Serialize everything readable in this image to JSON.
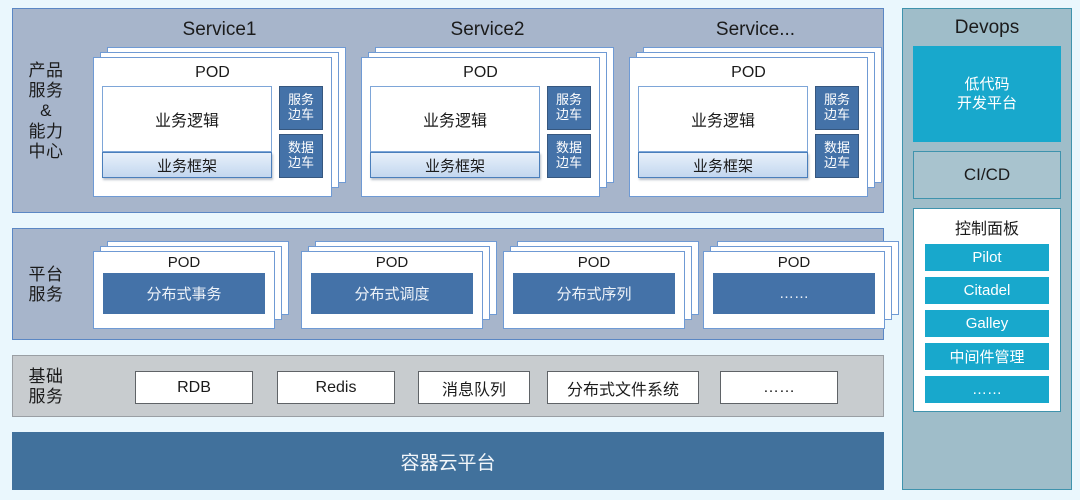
{
  "sections": {
    "services": {
      "label": "产品\n服务\n&\n能力\n中心",
      "label_lines": [
        "产品",
        "服务",
        "&",
        "能力",
        "中心"
      ],
      "columns": [
        {
          "title": "Service1",
          "pod_title": "POD",
          "business_logic": "业务逻辑",
          "business_framework": "业务框架",
          "sidecars": [
            {
              "line1": "服务",
              "line2": "边车"
            },
            {
              "line1": "数据",
              "line2": "边车"
            }
          ]
        },
        {
          "title": "Service2",
          "pod_title": "POD",
          "business_logic": "业务逻辑",
          "business_framework": "业务框架",
          "sidecars": [
            {
              "line1": "服务",
              "line2": "边车"
            },
            {
              "line1": "数据",
              "line2": "边车"
            }
          ]
        },
        {
          "title": "Service...",
          "pod_title": "POD",
          "business_logic": "业务逻辑",
          "business_framework": "业务框架",
          "sidecars": [
            {
              "line1": "服务",
              "line2": "边车"
            },
            {
              "line1": "数据",
              "line2": "边车"
            }
          ]
        }
      ]
    },
    "platform": {
      "label_lines": [
        "平台",
        "服务"
      ],
      "pods": [
        {
          "pod_title": "POD",
          "name": "分布式事务"
        },
        {
          "pod_title": "POD",
          "name": "分布式调度"
        },
        {
          "pod_title": "POD",
          "name": "分布式序列"
        },
        {
          "pod_title": "POD",
          "name": "……"
        }
      ]
    },
    "basic": {
      "label_lines": [
        "基础",
        "服务"
      ],
      "items": [
        "RDB",
        "Redis",
        "消息队列",
        "分布式文件系统",
        "……"
      ]
    },
    "container": {
      "label": "容器云平台"
    }
  },
  "devops": {
    "title": "Devops",
    "lowcode": {
      "line1": "低代码",
      "line2": "开发平台"
    },
    "cicd": "CI/CD",
    "control_panel": {
      "title": "控制面板",
      "items": [
        "Pilot",
        "Citadel",
        "Galley",
        "中间件管理",
        "……"
      ]
    }
  },
  "colors": {
    "page_background": "#eaf7fd",
    "panel_blue_gray": "#a7b5cb",
    "panel_gray": "#c8cccf",
    "panel_border_blue": "#5b87c4",
    "sidecar_blue": "#4472a8",
    "container_blue": "#41719c",
    "devops_panel": "#9fbdc9",
    "devops_accent_teal": "#18a8cc"
  }
}
